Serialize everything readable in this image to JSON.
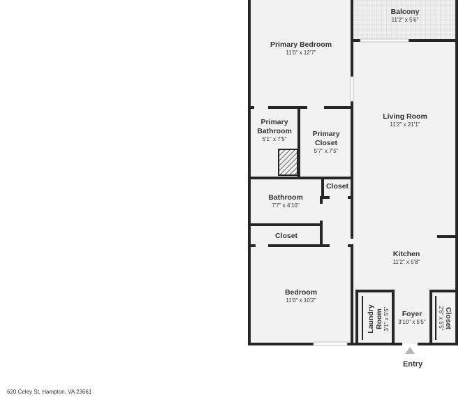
{
  "address": "620 Celey St, Hampton, VA 23661",
  "entry_label": "Entry",
  "rooms": {
    "balcony": {
      "name": "Balcony",
      "dims": "11'2\" x 5'6\""
    },
    "primary_bedroom": {
      "name": "Primary Bedroom",
      "dims": "11'0\" x 12'7\""
    },
    "living_room": {
      "name": "Living Room",
      "dims": "11'2\" x 21'1\""
    },
    "primary_bathroom": {
      "name": [
        "Primary",
        "Bathroom"
      ],
      "dims": "5'1\" x 7'5\""
    },
    "primary_closet": {
      "name": [
        "Primary",
        "Closet"
      ],
      "dims": "5'7\" x 7'5\""
    },
    "bathroom": {
      "name": "Bathroom",
      "dims": "7'7\" x 4'10\""
    },
    "closet_small": {
      "name": "Closet"
    },
    "closet_hall": {
      "name": "Closet"
    },
    "kitchen": {
      "name": "Kitchen",
      "dims": "11'2\" x 5'8\""
    },
    "bedroom": {
      "name": "Bedroom",
      "dims": "11'0\" x 10'2\""
    },
    "laundry": {
      "name": [
        "Laundry",
        "Room"
      ],
      "dims": "3'1\" x 5'5\""
    },
    "foyer": {
      "name": "Foyer",
      "dims": "3'10\" x 5'5\""
    },
    "closet_foyer": {
      "name": "Closet",
      "dims": "2'6\" x 5'5\""
    }
  },
  "colors": {
    "wall": "#262626",
    "floor": "#f2f2f2",
    "balcony_tile": "#ededed",
    "balcony_tile_line": "#dcdcdc",
    "window": "#cfcfcf",
    "entry_arrow": "#b7b7b7"
  }
}
